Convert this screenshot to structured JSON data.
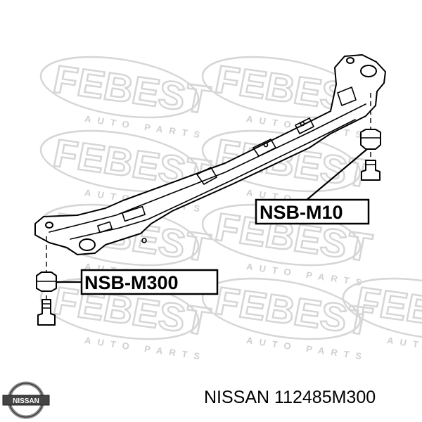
{
  "watermark": {
    "brand": "FEBEST",
    "sub": "AUTO PARTS"
  },
  "callouts": [
    {
      "label": "NSB-M10"
    },
    {
      "label": "NSB-M300"
    }
  ],
  "logo": {
    "text": "NISSAN",
    "icon": "nissan-logo"
  },
  "caption": "NISSAN 112485M300"
}
